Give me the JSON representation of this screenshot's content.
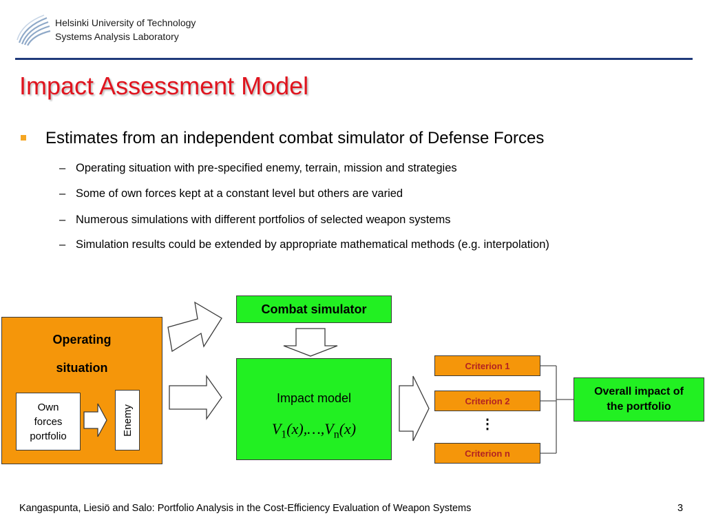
{
  "header": {
    "line1": "Helsinki University of Technology",
    "line2": "Systems Analysis Laboratory"
  },
  "title": "Impact Assessment Model",
  "bullet": {
    "text": "Estimates from an independent combat simulator of Defense Forces",
    "subs": [
      "Operating situation with pre-specified enemy, terrain, mission and strategies",
      "Some of own forces kept at a constant level but others are varied",
      "Numerous simulations with different portfolios of selected weapon systems",
      "Simulation results could be extended by appropriate mathematical methods (e.g. interpolation)"
    ],
    "dash": "–"
  },
  "diagram": {
    "operating_line1": "Operating",
    "operating_line2": "situation",
    "own_forces": [
      "Own",
      "forces",
      "portfolio"
    ],
    "enemy": "Enemy",
    "combat_simulator": "Combat simulator",
    "impact_model": "Impact model",
    "formula": "V1(x),…,Vn(x)",
    "criteria": [
      "Criterion 1",
      "Criterion 2",
      "Criterion n"
    ],
    "ellipsis": "⋮",
    "overall_line1": "Overall impact of",
    "overall_line2": "the portfolio",
    "colors": {
      "orange": "#f5960a",
      "green": "#22f022",
      "title_red": "#e0141e",
      "navy": "#1f3a7a",
      "criterion_text": "#b22222"
    }
  },
  "footer": {
    "text": "Kangaspunta, Liesiö and Salo: Portfolio Analysis in the Cost-Efficiency Evaluation of Weapon Systems",
    "page": "3"
  }
}
